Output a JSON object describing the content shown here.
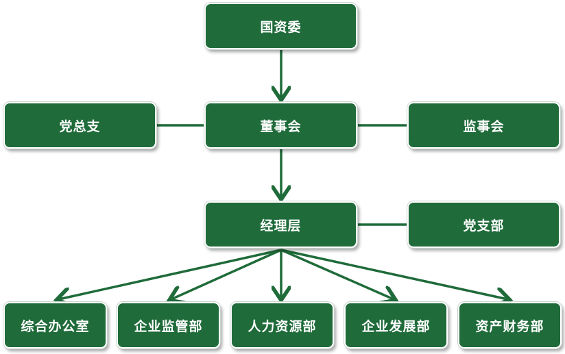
{
  "style": {
    "node_color": "#1f6b3a",
    "line_color": "#1f6b3a"
  },
  "nodes": {
    "sasac": "国资委",
    "board": "董事会",
    "party_branch_general": "党总支",
    "supervisory_board": "监事会",
    "management": "经理层",
    "party_branch": "党支部",
    "dept_general_office": "综合办公室",
    "dept_supervision": "企业监管部",
    "dept_hr": "人力资源部",
    "dept_development": "企业发展部",
    "dept_finance": "资产财务部"
  }
}
